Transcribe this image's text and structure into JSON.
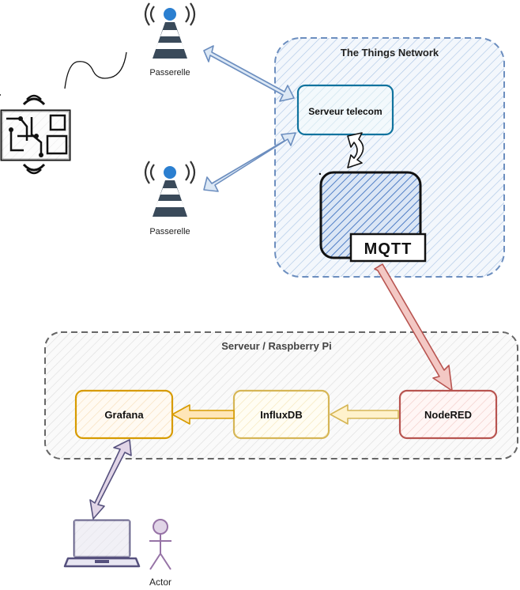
{
  "groups": {
    "ttn": {
      "title": "The Things Network",
      "color": "#6c8ebf"
    },
    "server": {
      "title": "Serveur / Raspberry Pi",
      "color": "#555555"
    }
  },
  "gateways": [
    {
      "label": "Passerelle",
      "icon": "antenna-tower-icon"
    },
    {
      "label": "Passerelle",
      "icon": "antenna-tower-icon"
    }
  ],
  "nodes": {
    "telecom": {
      "label": "Serveur telecom",
      "color": "#10739e"
    },
    "mqtt": {
      "label": "MQTT",
      "color": "#4472c4"
    },
    "nodered": {
      "label": "NodeRED",
      "color": "#b85450"
    },
    "influxdb": {
      "label": "InfluxDB",
      "color": "#d6b656"
    },
    "grafana": {
      "label": "Grafana",
      "color": "#d79b00"
    }
  },
  "actor": {
    "label": "Actor",
    "color": "#9673a6"
  },
  "device": {
    "icon": "iot-board-icon"
  },
  "laptop": {
    "icon": "laptop-icon",
    "color": "#56517e"
  }
}
